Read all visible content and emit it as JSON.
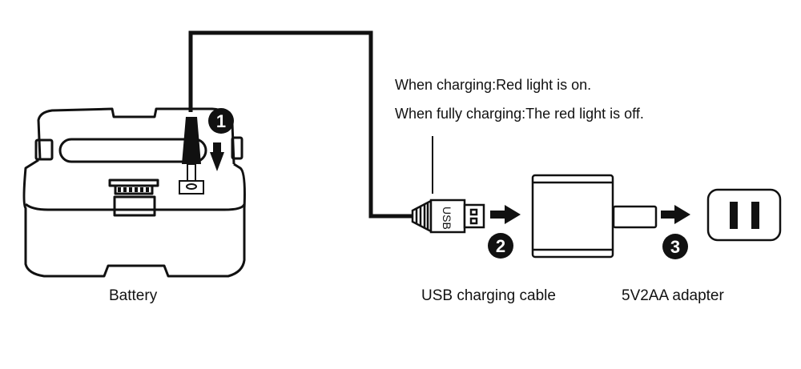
{
  "notes": {
    "line1": "When charging:Red light is on.",
    "line2": "When fully charging:The red light is off."
  },
  "labels": {
    "battery": "Battery",
    "cable": "USB charging cable",
    "adapter": "5V2AA adapter"
  },
  "usb_text": "USB",
  "steps": [
    "1",
    "2",
    "3"
  ],
  "colors": {
    "ink": "#111111",
    "background": "#ffffff"
  }
}
